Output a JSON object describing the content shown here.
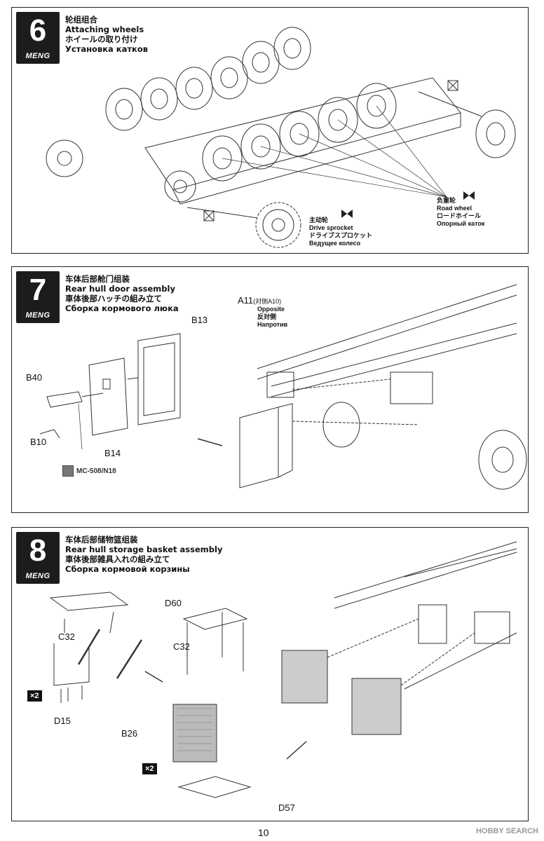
{
  "brand": "MENG",
  "steps": [
    {
      "number": "6",
      "title_zh": "轮组组合",
      "title_en": "Attaching wheels",
      "title_ja": "ホイールの取り付け",
      "title_ru": "Установка катков",
      "callouts": {
        "sprocket": [
          "主动轮",
          "Drive sprocket",
          "ドライブスプロケット",
          "Ведущее колесо"
        ],
        "roadwheel": [
          "负重轮",
          "Road wheel",
          "ロードホイール",
          "Опорный каток"
        ]
      }
    },
    {
      "number": "7",
      "title_zh": "车体后部舱门组装",
      "title_en": "Rear hull door assembly",
      "title_ja": "車体後部ハッチの組み立て",
      "title_ru": "Сборка кормового люка",
      "parts": [
        "B13",
        "B40",
        "B10",
        "B14"
      ],
      "opposite": [
        "A11",
        "(对侧A10)",
        "Opposite",
        "反対側",
        "Напротив"
      ],
      "paint": "MC-508/N18"
    },
    {
      "number": "8",
      "title_zh": "车体后部储物篮组装",
      "title_en": "Rear hull storage basket assembly",
      "title_ja": "車体後部雑具入れの組み立て",
      "title_ru": "Сборка кормовой корзины",
      "parts": [
        "D60",
        "C32",
        "C32",
        "D15",
        "B26",
        "D57"
      ],
      "quantities": [
        "×2",
        "×2"
      ]
    }
  ],
  "page_number": "10",
  "watermark": "HOBBY SEARCH"
}
